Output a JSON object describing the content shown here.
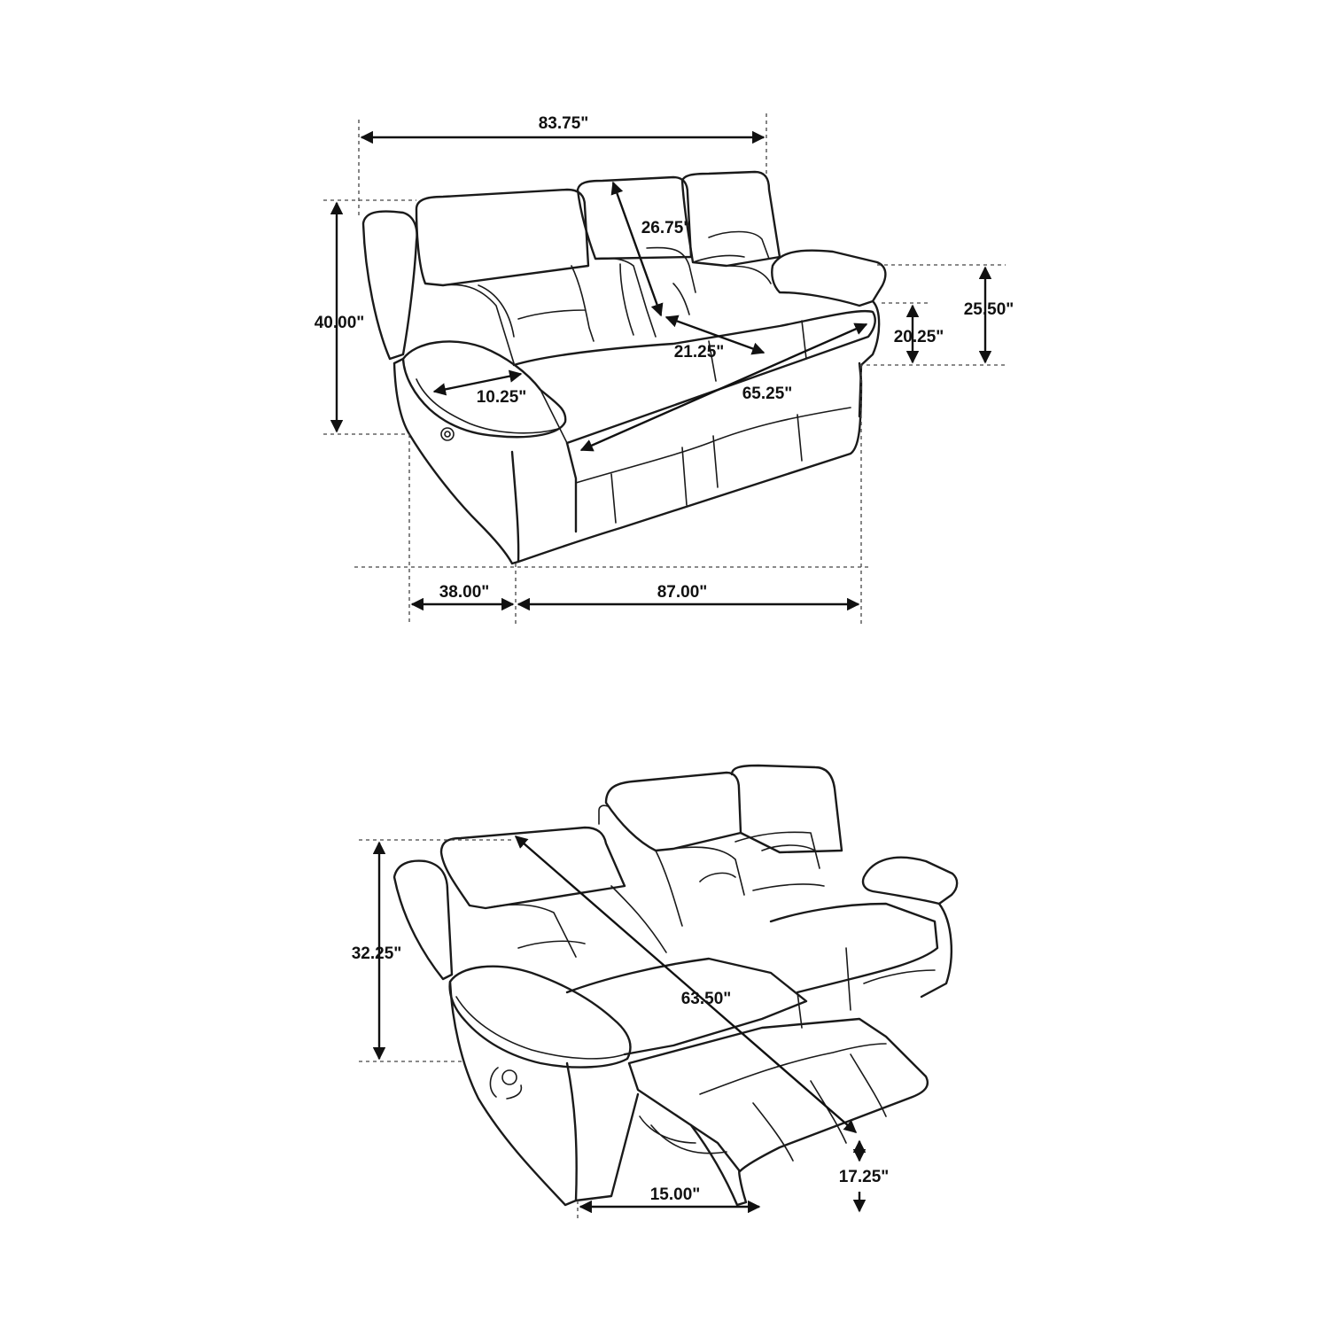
{
  "dimensions": {
    "top": {
      "overall_width": "83.75\"",
      "back_height": "26.75\"",
      "overall_height": "40.00\"",
      "arm_height": "25.50\"",
      "seat_height": "20.25\"",
      "seat_depth": "21.25\"",
      "arm_width": "10.25\"",
      "seat_width": "65.25\"",
      "depth": "38.00\"",
      "length": "87.00\""
    },
    "bottom": {
      "reclined_height": "32.25\"",
      "reclined_depth": "63.50\"",
      "footrest_height": "17.25\"",
      "wall_clearance": "15.00\""
    }
  },
  "colors": {
    "line": "#1a1a1a",
    "background": "#ffffff"
  }
}
